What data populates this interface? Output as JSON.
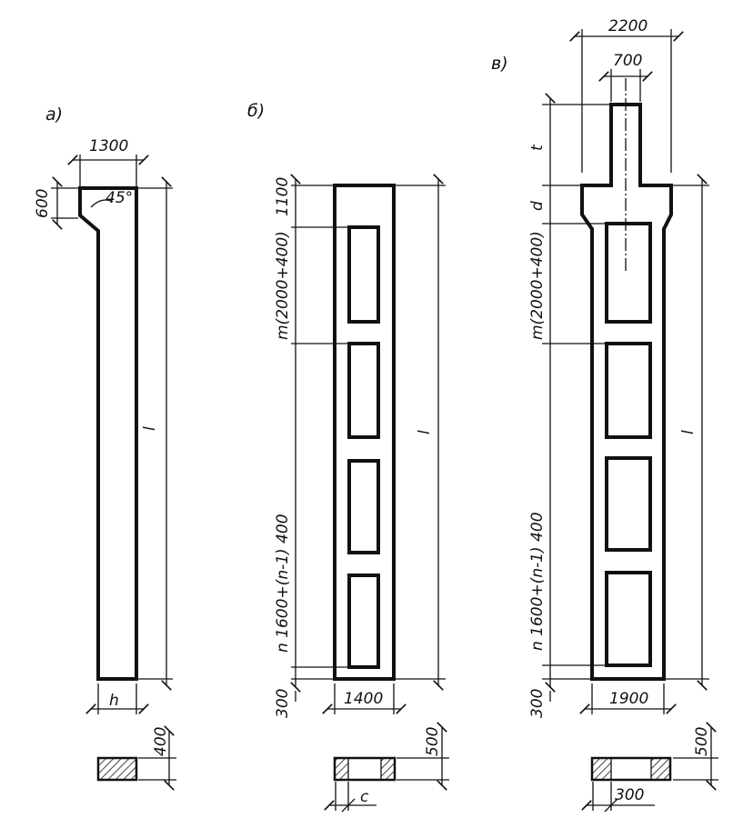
{
  "panels": {
    "a": {
      "label": "a)",
      "top_width": "1300",
      "top_height": "600",
      "angle": "45°",
      "length": "l",
      "depth": "h",
      "section_thickness": "400"
    },
    "b": {
      "label": "б)",
      "top_segment": "1100",
      "panel_pitch": "m(2000+400)",
      "panel_series": "n 1600+(n-1) 400",
      "bottom_segment": "300",
      "length": "l",
      "width": "1400",
      "section_thickness": "500",
      "section_web": "c"
    },
    "c": {
      "label": "в)",
      "head_width": "2200",
      "stem_width": "700",
      "stem_height": "t",
      "haunch_height": "d",
      "panel_pitch": "m(2000+400)",
      "panel_series": "n 1600+(n-1) 400",
      "bottom_segment": "300",
      "length": "l",
      "width": "1900",
      "section_thickness": "500",
      "section_web": "300"
    }
  }
}
